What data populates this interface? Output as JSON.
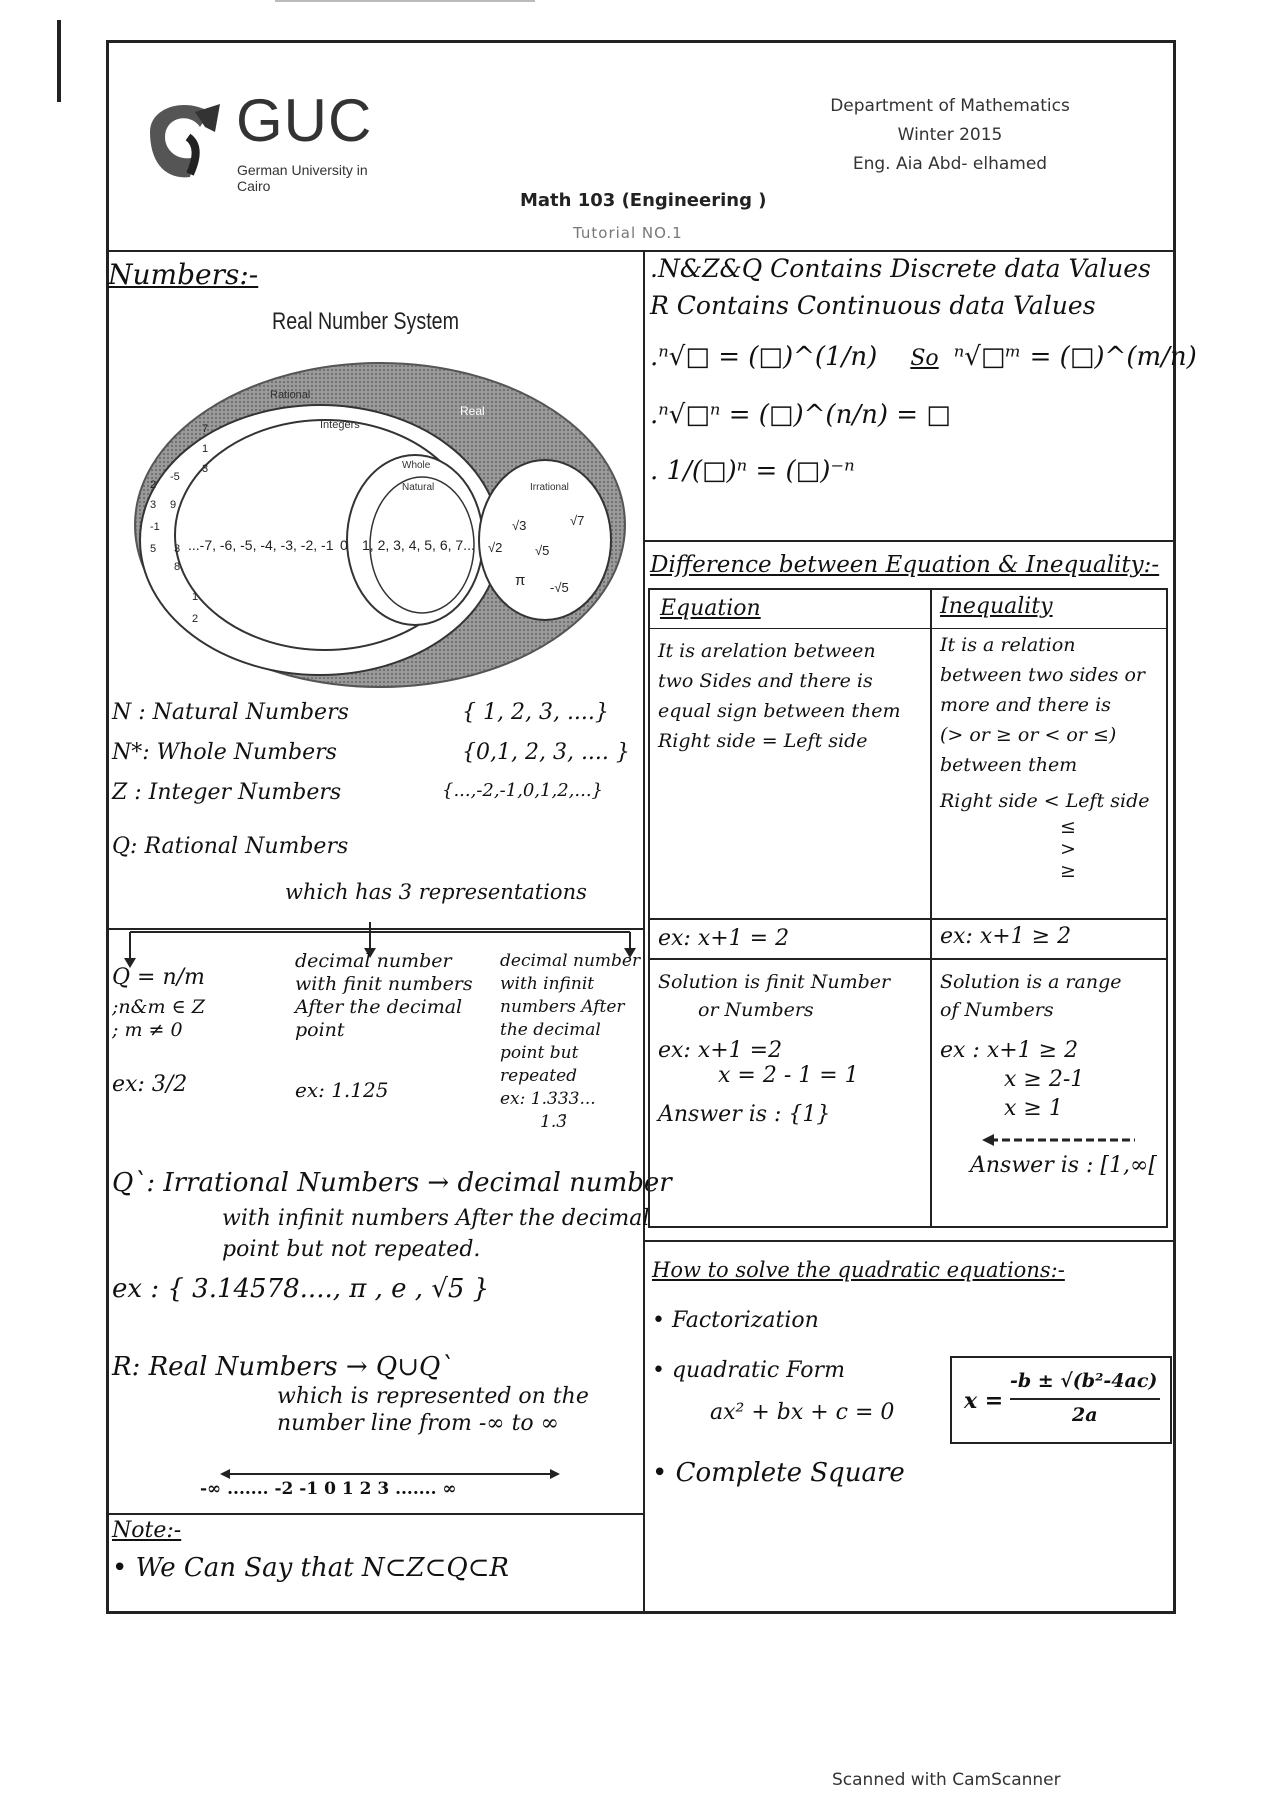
{
  "header": {
    "logo_text": "GUC",
    "logo_subtitle": "German University in Cairo",
    "department": "Department of Mathematics",
    "term": "Winter 2015",
    "instructor": "Eng. Aia Abd- elhamed",
    "course": "Math 103 (Engineering )",
    "tutorial": "Tutorial NO.1"
  },
  "left": {
    "heading": "Numbers:-",
    "diagram": {
      "title": "Real Number System",
      "labels": {
        "rational": "Rational",
        "integers": "Integers",
        "real": "Real",
        "whole": "Whole",
        "natural": "Natural",
        "irrational": "Irrational"
      },
      "integer_list": "...-7, -6, -5, -4, -3, -2, -1",
      "zero": "0",
      "natural_list": "1, 2, 3, 4, 5, 6, 7...",
      "fractions": [
        "7",
        "1",
        "3",
        "2",
        "-5",
        "3",
        "9",
        "-1",
        "3",
        "5",
        "8",
        "1",
        "2"
      ],
      "irrationals": [
        "√2",
        "√3",
        "√7",
        "√5",
        "π",
        "-√5"
      ]
    },
    "sets": [
      {
        "label": "N : Natural Numbers",
        "value": "{ 1, 2, 3, ....}"
      },
      {
        "label": "N*: Whole Numbers",
        "value": "{0,1, 2, 3, .... }"
      },
      {
        "label": "Z : Integer Numbers",
        "value": "{...,-2,-1,0,1,2,...}"
      }
    ],
    "rational_label": "Q: Rational Numbers",
    "representations": "which has 3 representations",
    "col1": {
      "lines": [
        "Q = n/m",
        ";n&m ∈ Z",
        "; m ≠ 0"
      ],
      "example": "ex: 3/2"
    },
    "col2": {
      "lines": [
        "decimal number",
        "with finit numbers",
        "After the decimal",
        "point"
      ],
      "example": "ex: 1.125"
    },
    "col3": {
      "lines": [
        "decimal number",
        "with infinit",
        "numbers After",
        "the decimal",
        "point but",
        "repeated"
      ],
      "example": "ex: 1.333...",
      "example2": "1.3̄"
    },
    "irrational": {
      "title": "Q`: Irrational Numbers → decimal number",
      "line2": "with infinit numbers After the decimal",
      "line3": "point but not repeated.",
      "example": "ex : { 3.14578...., π , e , √5 }"
    },
    "real": {
      "title": "R: Real Numbers → Q∪Q`",
      "line2": "which is represented on the",
      "line3": "number line from -∞ to ∞",
      "numberline": "-∞ ....... -2 -1 0 1 2 3 ....... ∞"
    },
    "note": {
      "heading": "Note:-",
      "text": "• We Can Say that N⊂Z⊂Q⊂R"
    }
  },
  "right": {
    "top": {
      "line1": ".N&Z&Q Contains Discrete data Values",
      "line2": "R Contains Continuous data Values",
      "line3_a": ".ⁿ√□ = (□)^(1/n)",
      "line3_so": "So",
      "line3_b": "ⁿ√□ᵐ = (□)^(m/n)",
      "line4": ".ⁿ√□ⁿ = (□)^(n/n) = □",
      "line5": ". 1/(□)ⁿ = (□)⁻ⁿ"
    },
    "difference_heading": "Difference between Equation & Inequality:-",
    "table": {
      "col1_head": "Equation",
      "col2_head": "Inequality",
      "col1_def": [
        "It is arelation between",
        "two Sides and there is",
        "equal sign between them",
        "Right side = Left side"
      ],
      "col2_def": [
        "It is a relation",
        "between two sides or",
        "more and there is",
        "(> or ≥ or < or ≤)",
        "between them",
        "Right side < Left side",
        "≤",
        ">",
        "≥"
      ],
      "col1_ex": "ex:  x+1 = 2",
      "col2_ex": "ex:  x+1 ≥ 2",
      "col1_sol": [
        "Solution is finit Number",
        "or Numbers"
      ],
      "col2_sol": [
        "Solution is a range",
        "of Numbers"
      ],
      "col1_work": [
        "ex:  x+1 =2",
        "x = 2 - 1 = 1"
      ],
      "col1_answer": "Answer is : {1}",
      "col2_work": [
        "ex :  x+1 ≥ 2",
        "x ≥ 2-1",
        "x ≥ 1"
      ],
      "col2_answer": "Answer is : [1,∞["
    },
    "quadratic": {
      "heading": "How to solve the quadratic equations:-",
      "item1": "• Factorization",
      "item2": "• quadratic Form",
      "equation": "ax² + bx + c = 0",
      "formula_x": "x =",
      "formula_num": "-b ± √(b²-4ac)",
      "formula_den": "2a",
      "item3": "• Complete Square"
    }
  },
  "footer": "Scanned with CamScanner"
}
